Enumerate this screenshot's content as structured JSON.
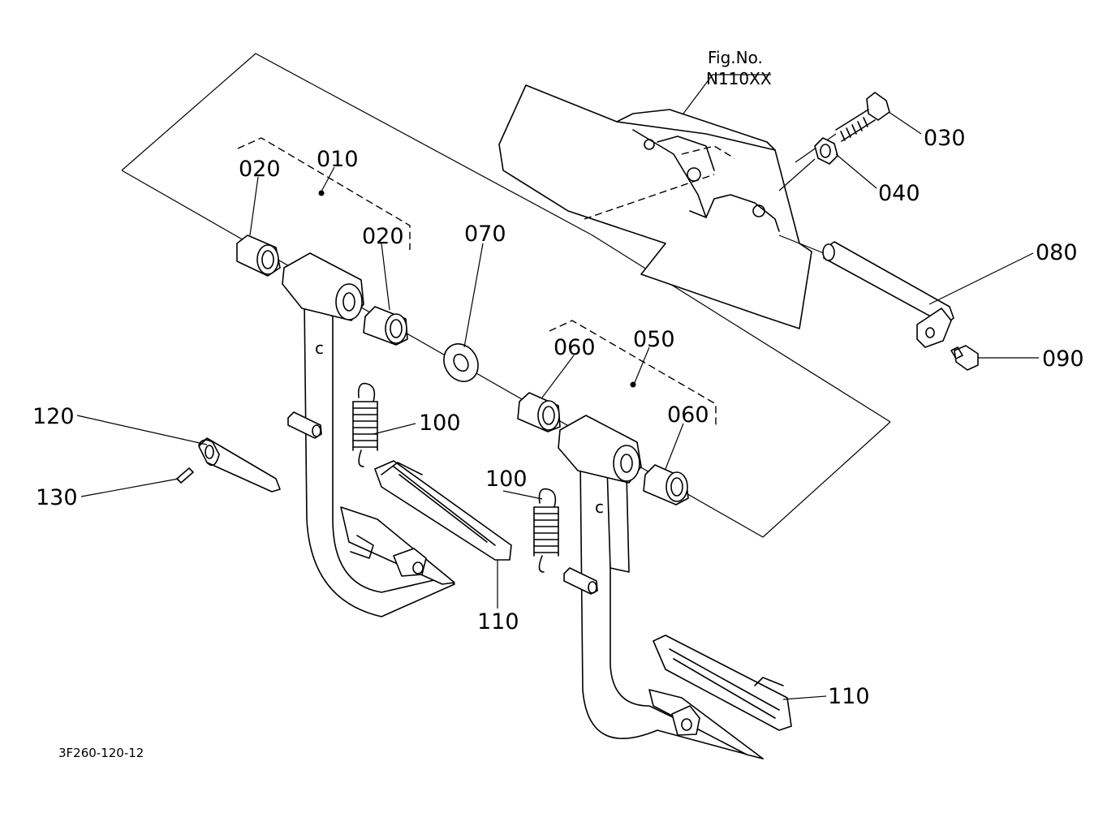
{
  "figure": {
    "ref_line1": "Fig.No.",
    "ref_line2": "N110XX",
    "drawing_code": "3F260-120-12"
  },
  "callouts": {
    "p010": "010",
    "p020a": "020",
    "p020b": "020",
    "p030": "030",
    "p040": "040",
    "p050": "050",
    "p060a": "060",
    "p060b": "060",
    "p070": "070",
    "p080": "080",
    "p090": "090",
    "p100a": "100",
    "p100b": "100",
    "p110a": "110",
    "p110b": "110",
    "p120": "120",
    "p130": "130"
  }
}
